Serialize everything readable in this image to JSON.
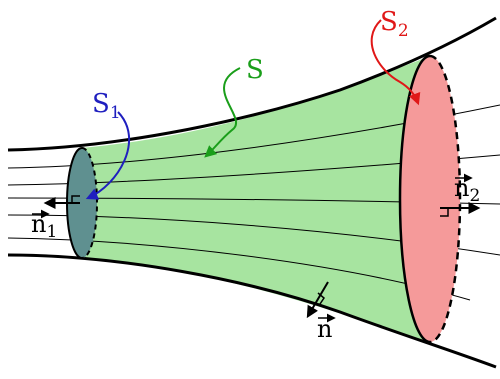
{
  "labels": {
    "s1": {
      "main": "S",
      "sub": "1",
      "color": "#1f1fbf"
    },
    "s": {
      "main": "S",
      "color": "#1a9e1a"
    },
    "s2": {
      "main": "S",
      "sub": "2",
      "color": "#e01818"
    },
    "n1": {
      "main": "n",
      "sub": "1"
    },
    "n2": {
      "main": "n",
      "sub": "2"
    },
    "n": {
      "main": "n"
    }
  },
  "colors": {
    "tube_fill": "#a7e4a0",
    "s1_fill": "#5f9090",
    "s2_fill": "#f59a9a",
    "outline": "#000000"
  }
}
